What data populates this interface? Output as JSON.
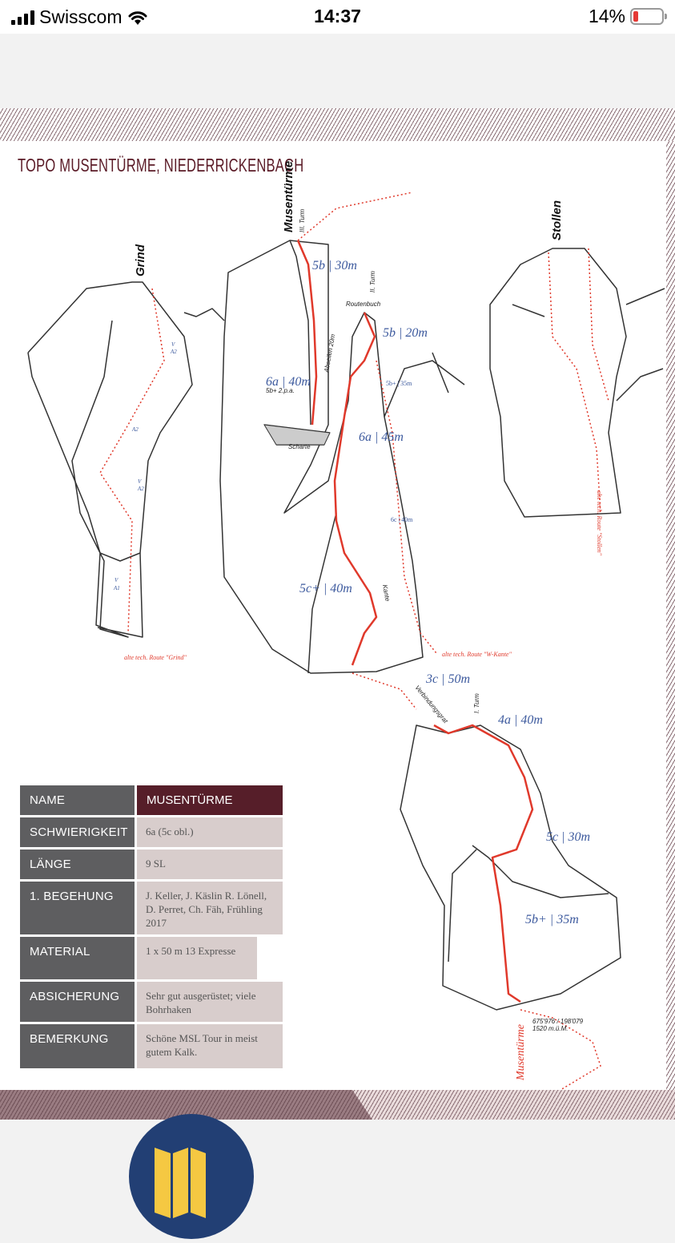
{
  "status_bar": {
    "carrier": "Swisscom",
    "time": "14:37",
    "battery": "14%"
  },
  "topo": {
    "title": "TOPO MUSENTÜRME, NIEDERRICKENBACH",
    "towers": {
      "grind": "Grind",
      "musentuerme": "Musentürme",
      "stollen": "Stollen",
      "iii_turm": "III. Turm",
      "ii_turm": "II. Turm",
      "i_turm": "I. Turm"
    },
    "notes": {
      "routenbuch": "Routenbuch",
      "abseilen": "Abseilen 20m",
      "scharte": "Scharte",
      "kante": "Kante",
      "verbindungsgrat": "Verbindungsgrat",
      "pa": "5b+ 2.p.a.",
      "var1": "5b+ | 35m",
      "var2": "6c | 40m",
      "coords": "675'976 / 198'079",
      "altitude": "1520 m.ü.M.",
      "start": "Musentürme"
    },
    "grades": {
      "g1": "5b | 30m",
      "g2": "5b | 20m",
      "g3": "6a | 40m",
      "g4": "6a | 45m",
      "g5": "5c+ | 40m",
      "g6": "3c | 50m",
      "g7": "4a | 40m",
      "g8": "5c | 30m",
      "g9": "5b+ | 35m"
    },
    "grind_labels": {
      "v1": "V",
      "a2a": "A2",
      "a2b": "A2",
      "v2": "V",
      "a2c": "A2",
      "v3": "V",
      "a1": "A1"
    },
    "old_routes": {
      "grind": "alte tech. Route \"Grind\"",
      "wkante": "alte tech. Route \"W-Kante\"",
      "stollen": "alte tech. Route \"Stollen\""
    }
  },
  "table": [
    {
      "label": "NAME",
      "value": "MUSENTÜRME"
    },
    {
      "label": "SCHWIERIGKEIT",
      "value": "6a (5c obl.)"
    },
    {
      "label": "LÄNGE",
      "value": "9 SL"
    },
    {
      "label": "1. BEGEHUNG",
      "value": "J. Keller, J. Käslin R. Lönell, D. Perret, Ch. Fäh, Frühling 2017"
    },
    {
      "label": "MATERIAL",
      "value": "1 x 50 m 13 Expresse"
    },
    {
      "label": "ABSICHERUNG",
      "value": "Sehr gut ausgerüstet; viele Bohrhaken"
    },
    {
      "label": "BEMERKUNG",
      "value": "Schöne MSL Tour in meist gutem Kalk."
    }
  ],
  "colors": {
    "maroon": "#561e29",
    "route": "#e0392b",
    "grade": "#3d5a9e",
    "fab": "#223f74",
    "fab_icon": "#f5c842"
  },
  "fab": {
    "icon": "map-icon"
  }
}
